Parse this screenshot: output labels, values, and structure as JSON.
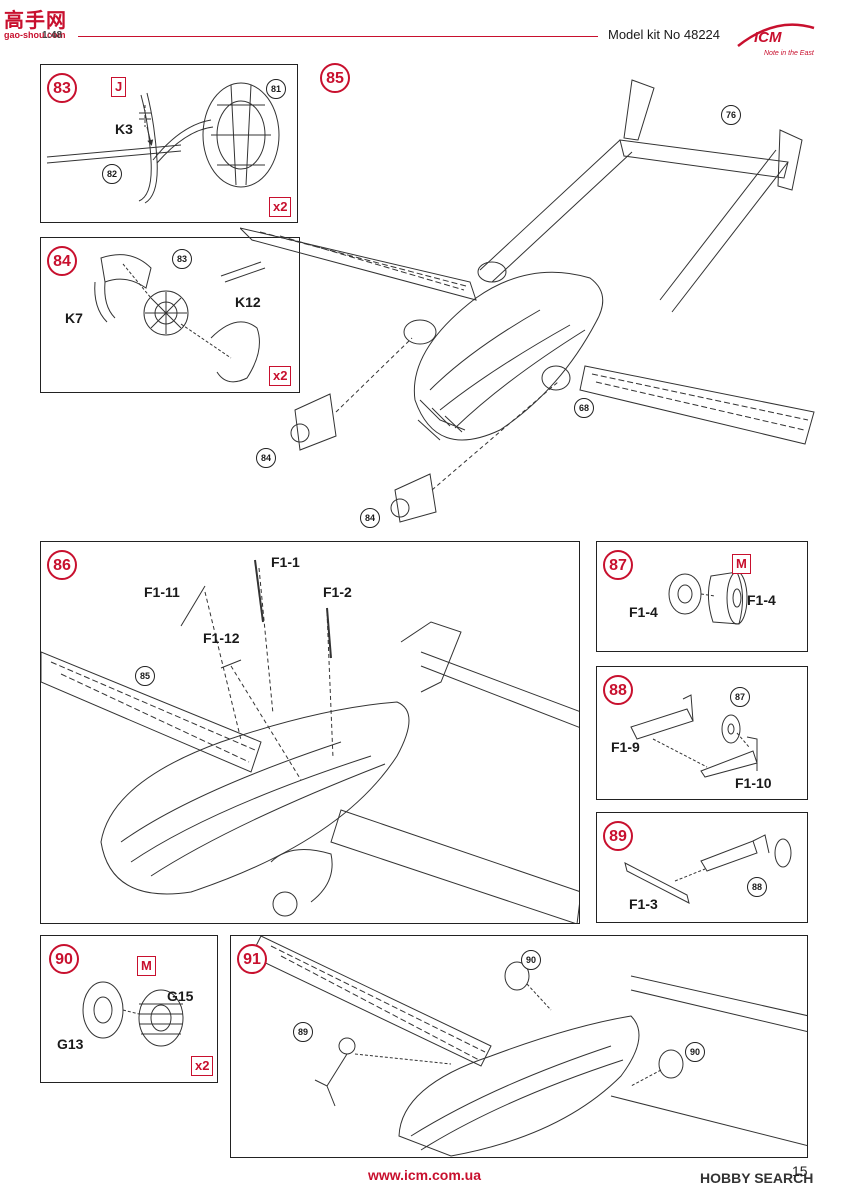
{
  "header": {
    "watermark_main": "高手网",
    "watermark_sub": "gao-shou.com",
    "scale_fragment": "1:48",
    "model_kit": "Model kit No 48224",
    "logo_text": "ICM",
    "logo_tagline": "Note in the East"
  },
  "footer": {
    "url": "www.icm.com.ua",
    "page_number": "15",
    "watermark": "HOBBY SEARCH"
  },
  "steps": {
    "s83": {
      "number": "83",
      "parts": [
        "J",
        "K3"
      ],
      "refs": [
        "81",
        "82"
      ],
      "multiplier": "x2"
    },
    "s84": {
      "number": "84",
      "parts": [
        "K7",
        "K12"
      ],
      "refs": [
        "83"
      ],
      "multiplier": "x2"
    },
    "s85": {
      "number": "85",
      "refs": [
        "76",
        "68",
        "84",
        "84"
      ]
    },
    "s86": {
      "number": "86",
      "parts": [
        "F1-1",
        "F1-11",
        "F1-2",
        "F1-12"
      ],
      "refs": [
        "85"
      ]
    },
    "s87": {
      "number": "87",
      "parts": [
        "M",
        "F1-4",
        "F1-4"
      ]
    },
    "s88": {
      "number": "88",
      "parts": [
        "F1-9",
        "F1-10"
      ],
      "refs": [
        "87"
      ]
    },
    "s89": {
      "number": "89",
      "parts": [
        "F1-3"
      ],
      "refs": [
        "88"
      ]
    },
    "s90": {
      "number": "90",
      "parts": [
        "M",
        "G15",
        "G13"
      ],
      "multiplier": "x2"
    },
    "s91": {
      "number": "91",
      "refs": [
        "90",
        "89",
        "90"
      ]
    }
  },
  "colors": {
    "accent": "#c8102e",
    "ink": "#222222"
  }
}
